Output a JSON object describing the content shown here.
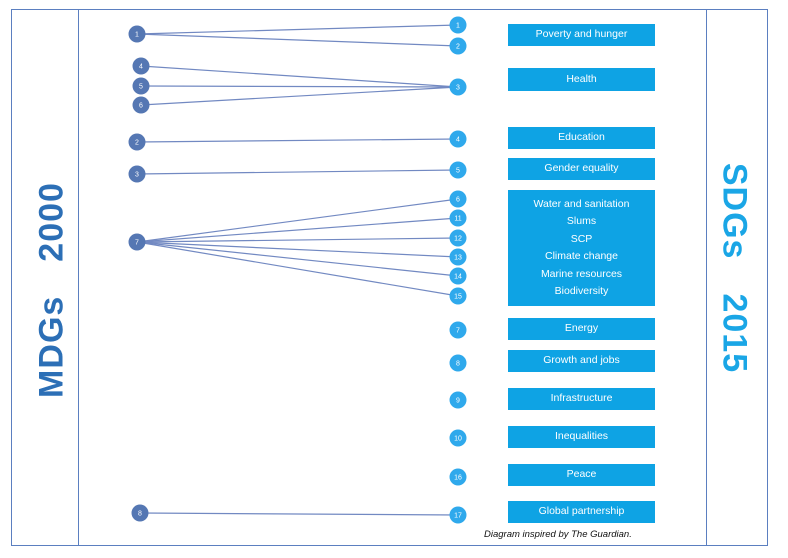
{
  "titles": {
    "left_abbr": "MDGs",
    "left_year": "2000",
    "right_abbr": "SDGs",
    "right_year": "2015"
  },
  "colors": {
    "border": "#5b7fc0",
    "mdg_node": "#5577b3",
    "sdg_node": "#2fa9ec",
    "box": "#0ea3e4",
    "line": "#7289c2"
  },
  "mdg_nodes": [
    "1",
    "4",
    "5",
    "6",
    "2",
    "3",
    "7",
    "8"
  ],
  "sdg_nodes": [
    "1",
    "2",
    "3",
    "4",
    "5",
    "6",
    "11",
    "12",
    "13",
    "14",
    "15",
    "7",
    "8",
    "9",
    "10",
    "16",
    "17"
  ],
  "sdg_groups": [
    {
      "labels": [
        "Poverty and hunger"
      ]
    },
    {
      "labels": [
        "Health"
      ]
    },
    {
      "labels": [
        "Education"
      ]
    },
    {
      "labels": [
        "Gender equality"
      ]
    },
    {
      "labels": [
        "Water and sanitation",
        "Slums",
        "SCP",
        "Climate change",
        "Marine resources",
        "Biodiversity"
      ]
    },
    {
      "labels": [
        "Energy"
      ]
    },
    {
      "labels": [
        "Growth and jobs"
      ]
    },
    {
      "labels": [
        "Infrastructure"
      ]
    },
    {
      "labels": [
        "Inequalities"
      ]
    },
    {
      "labels": [
        "Peace"
      ]
    },
    {
      "labels": [
        "Global partnership"
      ]
    }
  ],
  "links": [
    [
      "1",
      "1"
    ],
    [
      "1",
      "2"
    ],
    [
      "4",
      "3"
    ],
    [
      "5",
      "3"
    ],
    [
      "6",
      "3"
    ],
    [
      "2",
      "4"
    ],
    [
      "3",
      "5"
    ],
    [
      "7",
      "6"
    ],
    [
      "7",
      "11"
    ],
    [
      "7",
      "12"
    ],
    [
      "7",
      "13"
    ],
    [
      "7",
      "14"
    ],
    [
      "7",
      "15"
    ],
    [
      "8",
      "17"
    ]
  ],
  "credit": "Diagram inspired by The Guardian."
}
